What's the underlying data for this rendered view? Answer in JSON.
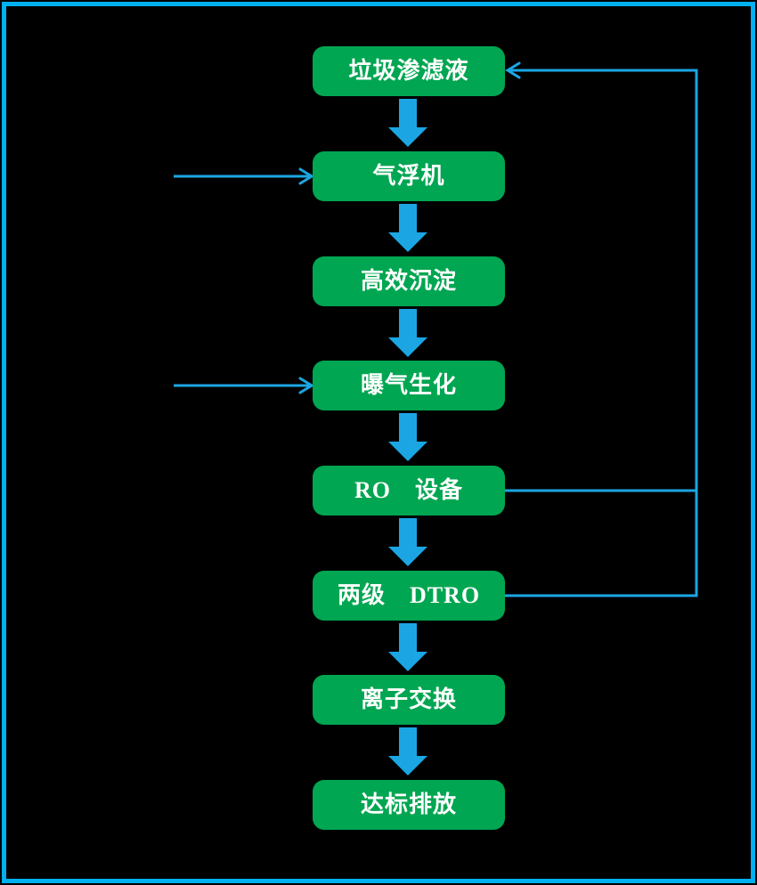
{
  "colors": {
    "background": "#000000",
    "frame_blue": "#00B0F0",
    "arrow_blue": "#1BA6E3",
    "node_green": "#00A651",
    "text_white": "#FFFFFF"
  },
  "diagram": {
    "type": "flowchart",
    "nodes": [
      {
        "id": "node-1",
        "label": "垃圾渗滤液"
      },
      {
        "id": "node-2",
        "label": "气浮机"
      },
      {
        "id": "node-3",
        "label": "高效沉淀"
      },
      {
        "id": "node-4",
        "label": "曝气生化"
      },
      {
        "id": "node-5",
        "label": "RO　设备"
      },
      {
        "id": "node-6",
        "label": "两级　DTRO"
      },
      {
        "id": "node-7",
        "label": "离子交换"
      },
      {
        "id": "node-8",
        "label": "达标排放"
      }
    ],
    "edges": [
      {
        "from": "垃圾渗滤液",
        "to": "气浮机",
        "style": "thick-down-arrow"
      },
      {
        "from": "气浮机",
        "to": "高效沉淀",
        "style": "thick-down-arrow"
      },
      {
        "from": "高效沉淀",
        "to": "曝气生化",
        "style": "thick-down-arrow"
      },
      {
        "from": "曝气生化",
        "to": "RO　设备",
        "style": "thick-down-arrow"
      },
      {
        "from": "RO　设备",
        "to": "两级　DTRO",
        "style": "thick-down-arrow"
      },
      {
        "from": "两级　DTRO",
        "to": "离子交换",
        "style": "thick-down-arrow"
      },
      {
        "from": "离子交换",
        "to": "达标排放",
        "style": "thick-down-arrow"
      }
    ],
    "inlet_arrows": [
      {
        "into": "气浮机",
        "from": "left",
        "style": "thin-line-open-arrow"
      },
      {
        "into": "曝气生化",
        "from": "left",
        "style": "thin-line-open-arrow"
      }
    ],
    "recycle_lines": [
      {
        "from": "RO　设备",
        "to": "垃圾渗滤液",
        "route": "right-side-loop",
        "style": "thin-line-open-arrow"
      },
      {
        "from": "两级　DTRO",
        "to": "垃圾渗滤液",
        "route": "right-side-loop",
        "style": "thin-line-open-arrow"
      }
    ]
  }
}
